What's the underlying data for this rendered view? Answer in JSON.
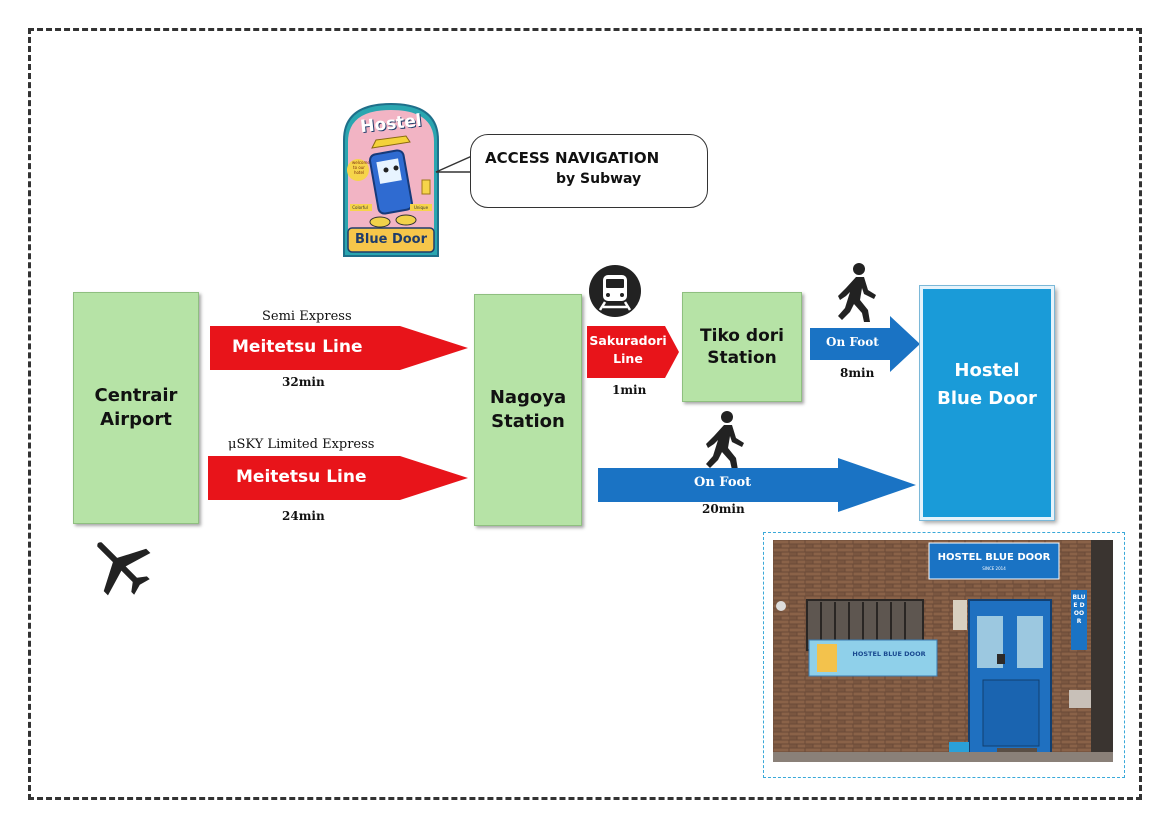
{
  "bubble": {
    "line1": "ACCESS NAVIGATION",
    "line2": "by Subway"
  },
  "logo": {
    "top_text": "Hostel",
    "bottom_text": "Blue Door",
    "left_badge": "Colorful",
    "right_badge": "Unique",
    "welcome": "welcome to our hotel"
  },
  "nodes": {
    "airport": "Centrair Airport",
    "nagoya": "Nagoya Station",
    "tiko": "Tiko dori Station",
    "hostel": "Hostel Blue Door"
  },
  "routes": {
    "semi_express": {
      "service": "Semi Express",
      "line": "Meitetsu Line",
      "time": "32min"
    },
    "sky_express": {
      "service": "μSKY Limited Express",
      "line": "Meitetsu Line",
      "time": "24min"
    },
    "sakuradori": {
      "line": "Sakuradori Line",
      "time": "1min"
    },
    "foot_short": {
      "label": "On Foot",
      "time": "8min"
    },
    "foot_long": {
      "label": "On Foot",
      "time": "20min"
    }
  },
  "photo": {
    "sign": "HOSTEL BLUE DOOR",
    "sign_small": "SINCE 2014",
    "banner": "HOSTEL BLUE DOOR",
    "side_sign": "BLUE DOOR"
  },
  "colors": {
    "red": "#e8141a",
    "blue": "#1a73c4",
    "green": "#b6e3a6",
    "hostel_blue": "#1a9bd8"
  },
  "icons": [
    "airplane-icon",
    "train-icon",
    "walker-icon"
  ]
}
